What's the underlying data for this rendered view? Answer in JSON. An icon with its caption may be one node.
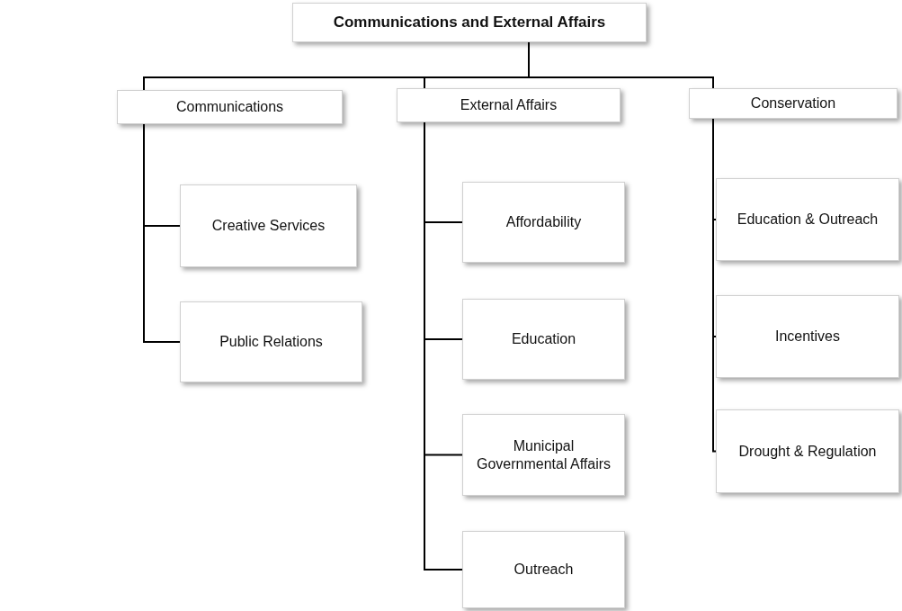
{
  "diagram": {
    "nodes": [
      {
        "text": [
          "Communications and External Affairs"
        ]
      },
      {
        "text": [
          "Communications"
        ]
      },
      {
        "text": [
          "External Affairs"
        ]
      },
      {
        "text": [
          "Conservation"
        ]
      },
      {
        "text": [
          "Creative Services"
        ]
      },
      {
        "text": [
          "Public Relations"
        ]
      },
      {
        "text": [
          "Affordability"
        ]
      },
      {
        "text": [
          "Education"
        ]
      },
      {
        "text": [
          "Municipal Governmental Affairs"
        ]
      },
      {
        "text": [
          "Outreach"
        ]
      },
      {
        "text": [
          "Education & Outreach"
        ]
      },
      {
        "text": [
          "Incentives"
        ]
      },
      {
        "text": [
          "Drought & Regulation"
        ]
      }
    ],
    "edges": [
      {
        "from": 0,
        "to": 1,
        "arrow": "none"
      },
      {
        "from": 0,
        "to": 2,
        "arrow": "none"
      },
      {
        "from": 0,
        "to": 3,
        "arrow": "none"
      },
      {
        "from": 1,
        "to": 4,
        "arrow": "none"
      },
      {
        "from": 1,
        "to": 5,
        "arrow": "none"
      },
      {
        "from": 2,
        "to": 6,
        "arrow": "none"
      },
      {
        "from": 2,
        "to": 7,
        "arrow": "none"
      },
      {
        "from": 2,
        "to": 8,
        "arrow": "none"
      },
      {
        "from": 2,
        "to": 9,
        "arrow": "none"
      },
      {
        "from": 3,
        "to": 10,
        "arrow": "none"
      },
      {
        "from": 3,
        "to": 11,
        "arrow": "none"
      },
      {
        "from": 3,
        "to": 12,
        "arrow": "none"
      }
    ]
  }
}
